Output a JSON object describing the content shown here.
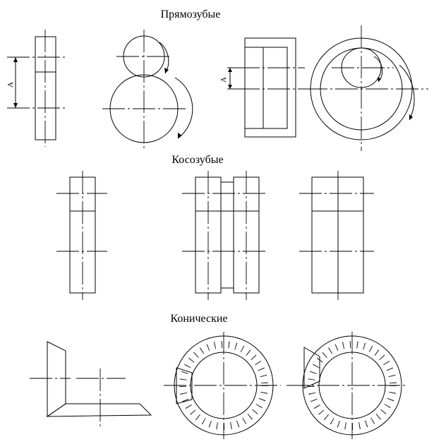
{
  "sections": {
    "spur": {
      "title": "Прямозубые",
      "dim_label_left": "A",
      "dim_label_right": "A"
    },
    "helical": {
      "title": "Косозубые"
    },
    "bevel": {
      "title": "Конические"
    }
  },
  "colors": {
    "line": "#000000",
    "background": "#ffffff"
  }
}
